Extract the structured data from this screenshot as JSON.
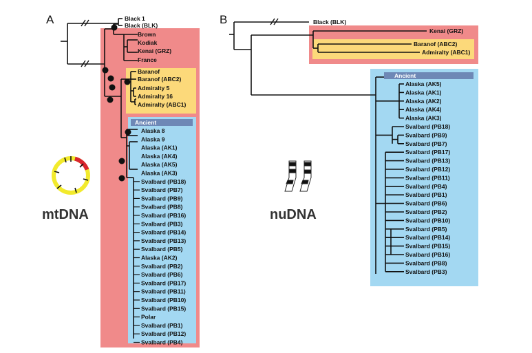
{
  "panels": {
    "a": "A",
    "b": "B"
  },
  "colors": {
    "red": "#f08a8a",
    "yellow": "#fcd97a",
    "blue": "#a3d8f2",
    "header": "#6e88b6",
    "branch": "#111111"
  },
  "left": {
    "marker": "mtDNA",
    "outgroup": [
      "Black 1",
      "Black (BLK)"
    ],
    "brown": [
      "Brown",
      "Kodiak",
      "Kenai (GRZ)",
      "France"
    ],
    "abc": [
      "Baranof",
      "Baranof (ABC2)",
      "Admiralty 5",
      "Admiralty 16",
      "Admiralty (ABC1)"
    ],
    "ancient": "Ancient",
    "polar": [
      "Alaska 8",
      "Alaska 9",
      "Alaska (AK1)",
      "Alaska (AK4)",
      "Alaska (AK5)",
      "Alaska (AK3)",
      "Svalbard (PB18)",
      "Svalbard (PB7)",
      "Svalbard (PB9)",
      "Svalbard (PB8)",
      "Svalbard (PB16)",
      "Svalbard (PB3)",
      "Svalbard (PB14)",
      "Svalbard (PB13)",
      "Svalbard (PB5)",
      "Alaska (AK2)",
      "Svalbard (PB2)",
      "Svalbard (PB6)",
      "Svalbard (PB17)",
      "Svalbard (PB11)",
      "Svalbard (PB10)",
      "Svalbard (PB15)",
      "Polar",
      "Svalbard (PB1)",
      "Svalbard (PB12)",
      "Svalbard (PB4)"
    ]
  },
  "right": {
    "marker": "nuDNA",
    "outgroup": "Black (BLK)",
    "brown": [
      "Kenai (GRZ)",
      "Baranof (ABC2)",
      "Admiralty (ABC1)"
    ],
    "ancient": "Ancient",
    "polar": [
      "Alaska (AK5)",
      "Alaska (AK1)",
      "Alaska (AK2)",
      "Alaska (AK4)",
      "Alaska (AK3)",
      "Svalbard (PB18)",
      "Svalbard (PB9)",
      "Svalbard (PB7)",
      "Svalbard (PB17)",
      "Svalbard (PB13)",
      "Svalbard (PB12)",
      "Svalbard (PB11)",
      "Svalbard (PB4)",
      "Svalbard (PB1)",
      "Svalbard (PB6)",
      "Svalbard (PB2)",
      "Svalbard (PB10)",
      "Svalbard (PB5)",
      "Svalbard (PB14)",
      "Svalbard (PB15)",
      "Svalbard (PB16)",
      "Svalbard (PB8)",
      "Svalbard (PB3)"
    ]
  }
}
